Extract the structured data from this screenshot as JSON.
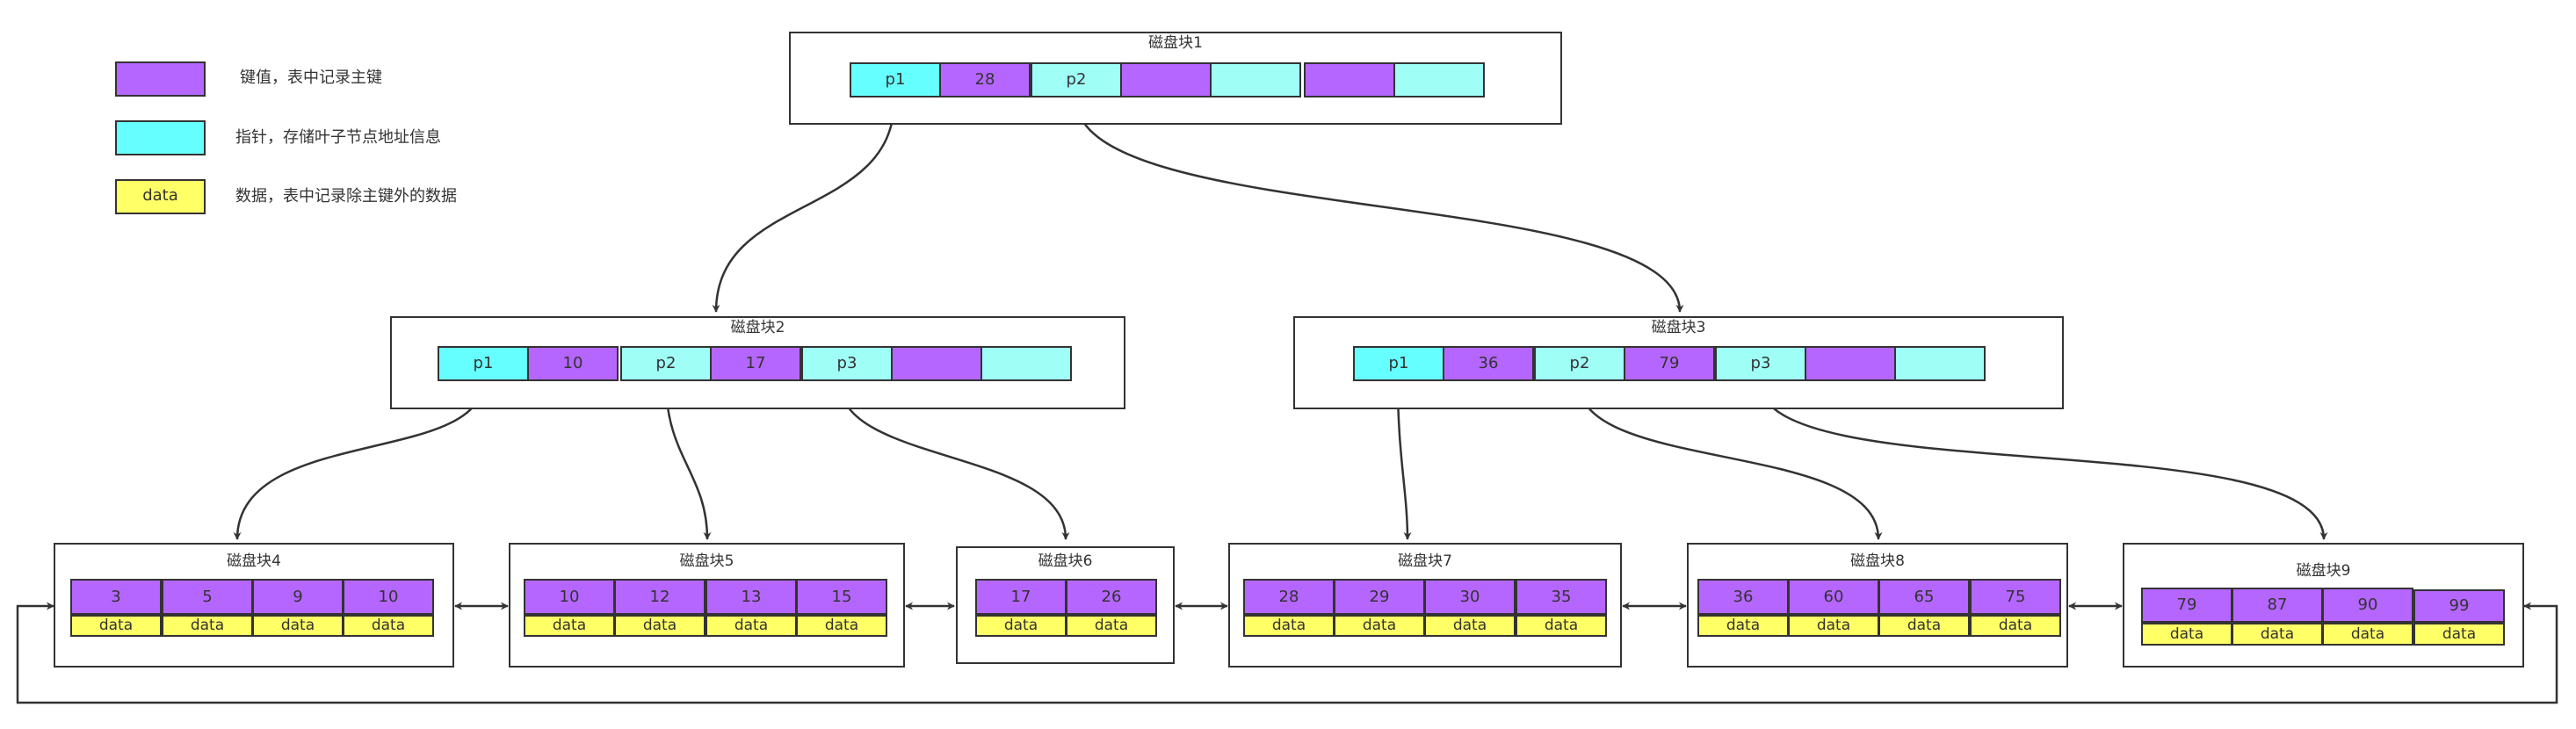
{
  "legend": [
    {
      "label": "键值，表中记录主键",
      "swatch_color": "#b566ff",
      "swatch_text": ""
    },
    {
      "label": "指针，存储叶子节点地址信息",
      "swatch_color": "#66ffff",
      "swatch_text": ""
    },
    {
      "label": "数据，表中记录除主键外的数据",
      "swatch_color": "#ffff66",
      "swatch_text": "data"
    }
  ],
  "colors": {
    "key": "#b566ff",
    "pointer": "#66ffff",
    "pointer_light": "#9ffff6",
    "data": "#ffff66",
    "border": "#333333"
  },
  "blocks": {
    "b1": {
      "title": "磁盘块1",
      "cells": [
        {
          "type": "ptr",
          "text": "p1"
        },
        {
          "type": "key",
          "text": "28"
        },
        {
          "type": "ptr-light",
          "text": "p2"
        },
        {
          "type": "key",
          "text": ""
        },
        {
          "type": "ptr-light",
          "text": ""
        },
        {
          "type": "key",
          "text": ""
        },
        {
          "type": "ptr-light",
          "text": ""
        }
      ]
    },
    "b2": {
      "title": "磁盘块2",
      "cells": [
        {
          "type": "ptr",
          "text": "p1"
        },
        {
          "type": "key",
          "text": "10"
        },
        {
          "type": "ptr-light",
          "text": "p2"
        },
        {
          "type": "key",
          "text": "17"
        },
        {
          "type": "ptr-light",
          "text": "p3"
        },
        {
          "type": "key",
          "text": ""
        },
        {
          "type": "ptr-light",
          "text": ""
        }
      ]
    },
    "b3": {
      "title": "磁盘块3",
      "cells": [
        {
          "type": "ptr",
          "text": "p1"
        },
        {
          "type": "key",
          "text": "36"
        },
        {
          "type": "ptr-light",
          "text": "p2"
        },
        {
          "type": "key",
          "text": "79"
        },
        {
          "type": "ptr-light",
          "text": "p3"
        },
        {
          "type": "key",
          "text": ""
        },
        {
          "type": "ptr-light",
          "text": ""
        }
      ]
    },
    "b4": {
      "title": "磁盘块4",
      "keys": [
        "3",
        "5",
        "9",
        "10"
      ],
      "data": [
        "data",
        "data",
        "data",
        "data"
      ]
    },
    "b5": {
      "title": "磁盘块5",
      "keys": [
        "10",
        "12",
        "13",
        "15"
      ],
      "data": [
        "data",
        "data",
        "data",
        "data"
      ]
    },
    "b6": {
      "title": "磁盘块6",
      "keys": [
        "17",
        "26"
      ],
      "data": [
        "data",
        "data"
      ]
    },
    "b7": {
      "title": "磁盘块7",
      "keys": [
        "28",
        "29",
        "30",
        "35"
      ],
      "data": [
        "data",
        "data",
        "data",
        "data"
      ]
    },
    "b8": {
      "title": "磁盘块8",
      "keys": [
        "36",
        "60",
        "65",
        "75"
      ],
      "data": [
        "data",
        "data",
        "data",
        "data"
      ]
    },
    "b9": {
      "title": "磁盘块9",
      "keys": [
        "79",
        "87",
        "90",
        "99"
      ],
      "data": [
        "data",
        "data",
        "data",
        "data"
      ]
    }
  }
}
